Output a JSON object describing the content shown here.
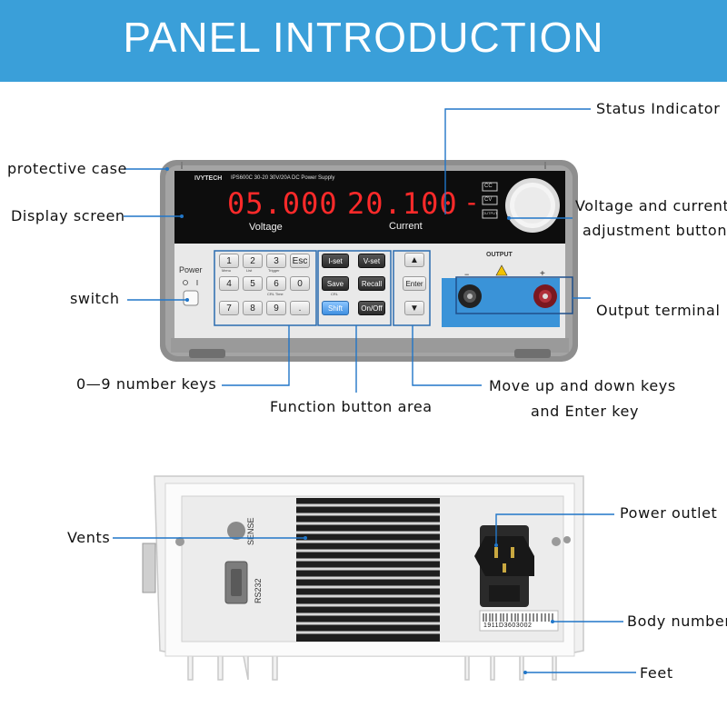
{
  "banner": {
    "title": "PANEL INTRODUCTION",
    "color": "#3a9fd9"
  },
  "front_panel": {
    "brand": "IVYTECH",
    "model": "IPS600C 30-20  30V/20A DC Power Supply",
    "display": {
      "voltage_reading": "05.000",
      "current_reading": "20.100",
      "voltage_label": "Voltage",
      "current_label": "Current",
      "mode_indicators": [
        "CC",
        "CV",
        "OUTPUT"
      ]
    },
    "power_label": "Power",
    "number_keys": [
      "1",
      "2",
      "3",
      "Esc",
      "4",
      "5",
      "6",
      "0",
      "7",
      "8",
      "9",
      "."
    ],
    "number_key_sublabels": [
      "Menu",
      "List",
      "Trigger",
      "CRL Time"
    ],
    "function_keys": [
      "I-set",
      "V-set",
      "Save",
      "Recall",
      "Shift",
      "On/Off"
    ],
    "function_key_sublabel": "CRL",
    "enter_label": "Enter",
    "output_label": "OUTPUT",
    "terminal_signs": [
      "−",
      "+"
    ]
  },
  "back_panel": {
    "sense_label": "SENSE",
    "rs232_label": "RS232",
    "serial_number": "1911D3603002"
  },
  "callouts": {
    "status_indicator": "Status Indicator",
    "protective_case": "protective case",
    "display_screen": "Display screen",
    "adjust_line1": "Voltage and current",
    "adjust_line2": "adjustment buttons",
    "switch": "switch",
    "output_terminal": "Output terminal",
    "number_keys": "0—9 number keys",
    "function_area": "Function button area",
    "move_line1": "Move up and down keys",
    "move_line2": "and Enter key",
    "vents": "Vents",
    "power_outlet": "Power outlet",
    "body_number": "Body number",
    "feet": "Feet"
  }
}
